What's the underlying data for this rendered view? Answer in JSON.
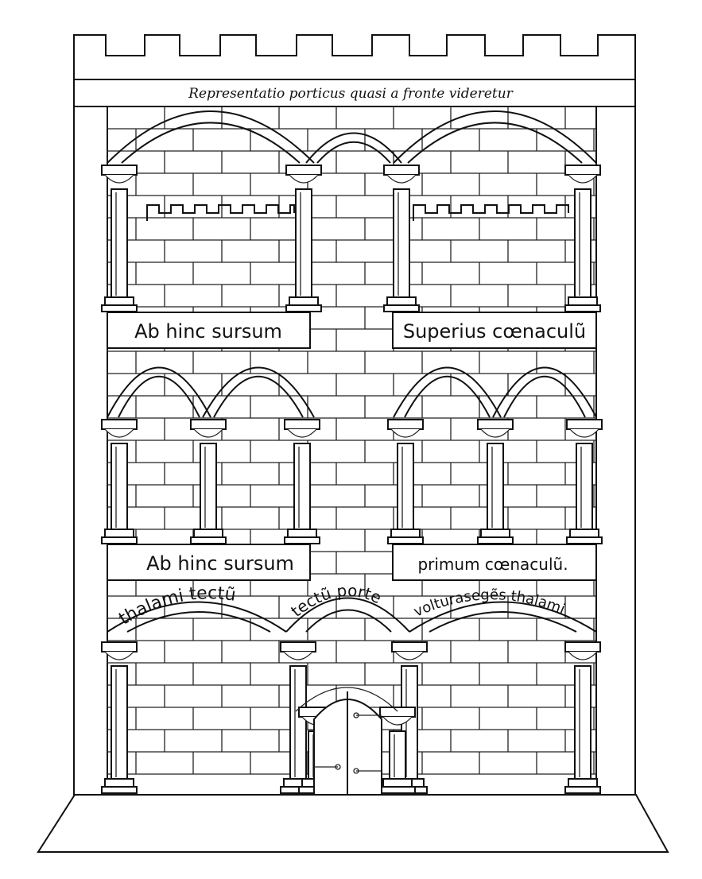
{
  "header": {
    "caption": "Representatio porticus quasi a fronte videretur"
  },
  "labels": {
    "upper_left": "Ab hinc sursum",
    "upper_right": "Superius cœnaculũ",
    "middle_left": "Ab hinc sursum",
    "middle_right": "primum cœnaculũ."
  },
  "arch_inscriptions": {
    "left": "thalami tectũ",
    "center": "tectũ porte",
    "right": "volturasegẽs thalami"
  }
}
